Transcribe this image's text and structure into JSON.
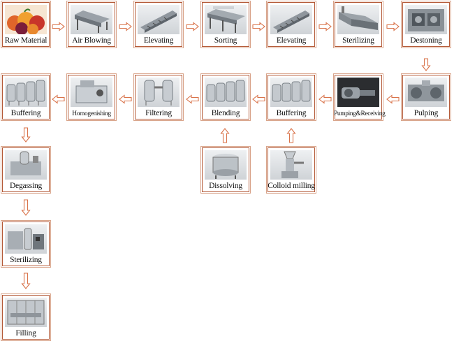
{
  "steps": {
    "raw_material": "Raw Material",
    "air_blowing": "Air Blowing",
    "elevating_1": "Elevating",
    "sorting": "Sorting",
    "elevating_2": "Elevating",
    "sterilizing_1": "Sterilizing",
    "destoning": "Destoning",
    "pulping": "Pulping",
    "pumping_receiving": "Pumping&Receiving",
    "buffering_1": "Buffering",
    "blending": "Blending",
    "filtering": "Filtering",
    "homogenishing": "Homogenishing",
    "buffering_2": "Buffering",
    "degassing": "Degassing",
    "sterilizing_2": "Sterilizing",
    "filling": "Filling",
    "dissolving": "Dissolving",
    "colloid_milling": "Colloid milling"
  },
  "colors": {
    "arrow_outline": "#d9734a",
    "box_border": "#b45a38",
    "fruit": "#e0652a",
    "steel": "#b9bec4"
  },
  "icons": {
    "arrow": "hollow-arrow-icon",
    "machine": "machine-photo-icon"
  }
}
